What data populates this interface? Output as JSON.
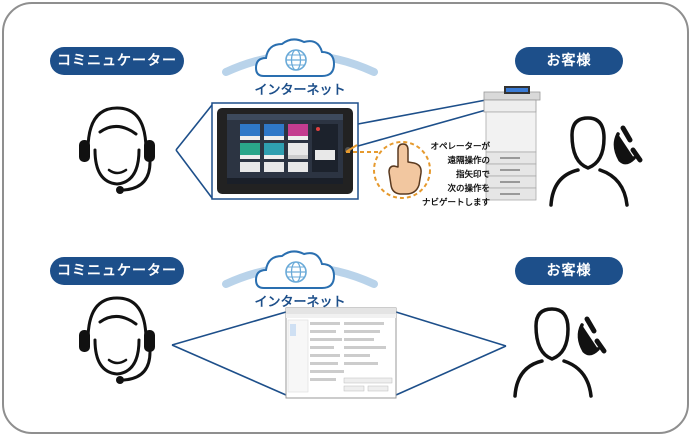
{
  "top": {
    "operator_label": "コミニュケーター",
    "customer_label": "お客様",
    "network_label": "インターネット",
    "callout_lines": [
      "オペレーターが",
      "遠隔操作の",
      "指矢印で",
      "次の操作を",
      "ナビゲートします"
    ]
  },
  "bottom": {
    "operator_label": "コミニュケーター",
    "customer_label": "お客様",
    "network_label": "インターネット"
  },
  "colors": {
    "navy": "#1d4f8a",
    "cloud_outline": "#2a6fb0",
    "cloud_arc": "#b9d3ea",
    "orange": "#e69a2e",
    "frame": "#8f8f8f"
  },
  "icons": {
    "operator": "headset-operator-icon",
    "customer": "phone-user-icon",
    "network": "globe-cloud-icon",
    "pointer": "pointing-hand-icon"
  }
}
